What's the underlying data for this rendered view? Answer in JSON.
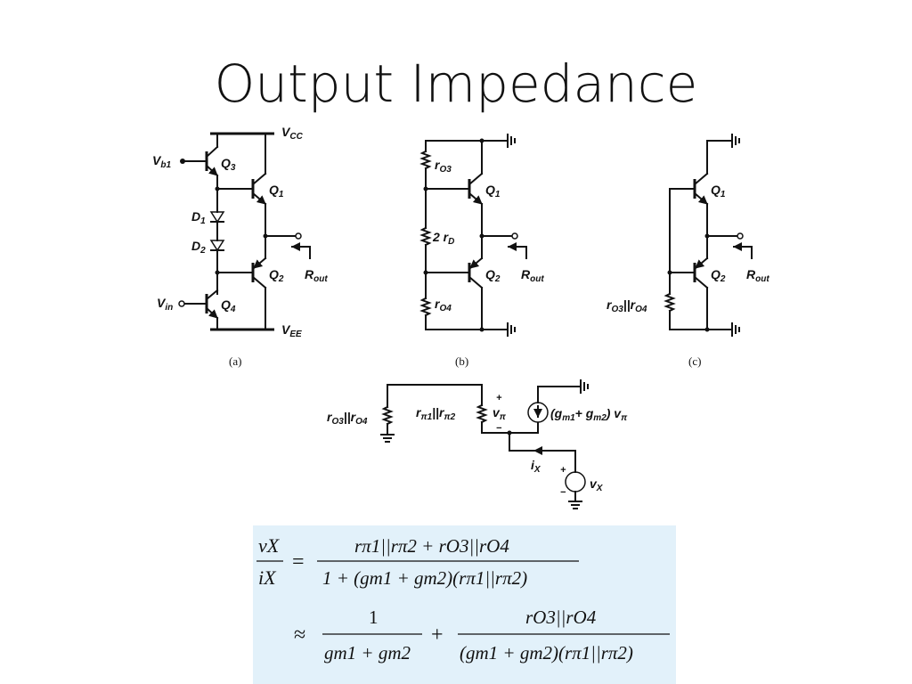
{
  "slide": {
    "title": "Output Impedance"
  },
  "circuit_a": {
    "caption": "(a)",
    "vcc": "V",
    "vcc_sub": "CC",
    "vee": "V",
    "vee_sub": "EE",
    "vb1": "V",
    "vb1_sub": "b1",
    "vin": "V",
    "vin_sub": "in",
    "q1": "Q",
    "q1_sub": "1",
    "q2": "Q",
    "q2_sub": "2",
    "q3": "Q",
    "q3_sub": "3",
    "q4": "Q",
    "q4_sub": "4",
    "d1": "D",
    "d1_sub": "1",
    "d2": "D",
    "d2_sub": "2",
    "rout": "R",
    "rout_sub": "out"
  },
  "circuit_b": {
    "caption": "(b)",
    "ro3": "r",
    "ro3_sub": "O3",
    "rd": "2 r",
    "rd_sub": "D",
    "ro4": "r",
    "ro4_sub": "O4",
    "q1": "Q",
    "q1_sub": "1",
    "q2": "Q",
    "q2_sub": "2",
    "rout": "R",
    "rout_sub": "out"
  },
  "circuit_c": {
    "caption": "(c)",
    "rpar": "r",
    "rpar_sub1": "O3",
    "rpar_mid": "||r",
    "rpar_sub2": "O4",
    "q1": "Q",
    "q1_sub": "1",
    "q2": "Q",
    "q2_sub": "2",
    "rout": "R",
    "rout_sub": "out"
  },
  "small_signal": {
    "ro_par": "r",
    "ro_par_sub1": "O3",
    "ro_par_mid": "||r",
    "ro_par_sub2": "O4",
    "rpi_par": "r",
    "rpi_par_g1": "π",
    "rpi_par_sub1": "1",
    "rpi_par_mid": "||r",
    "rpi_par_g2": "π",
    "rpi_par_sub2": "2",
    "vpi": "v",
    "vpi_sub": "π",
    "plus": "+",
    "minus": "−",
    "gm": "(g",
    "gm_sub1": "m1",
    "gm_mid": "+ g",
    "gm_sub2": "m2",
    "gm_end": ") v",
    "gm_sub3": "π",
    "ix": "i",
    "ix_sub": "X",
    "vx": "v",
    "vx_sub": "X"
  },
  "equation": {
    "lhs_num": "vX",
    "lhs_den": "iX",
    "equals": "=",
    "num1": "rπ1||rπ2 + rO3||rO4",
    "den1": "1 + (gm1 + gm2)(rπ1||rπ2)",
    "approx": "≈",
    "num2": "1",
    "den2": "gm1 + gm2",
    "plus": "+",
    "num3": "rO3||rO4",
    "den3": "(gm1 + gm2)(rπ1||rπ2)"
  }
}
